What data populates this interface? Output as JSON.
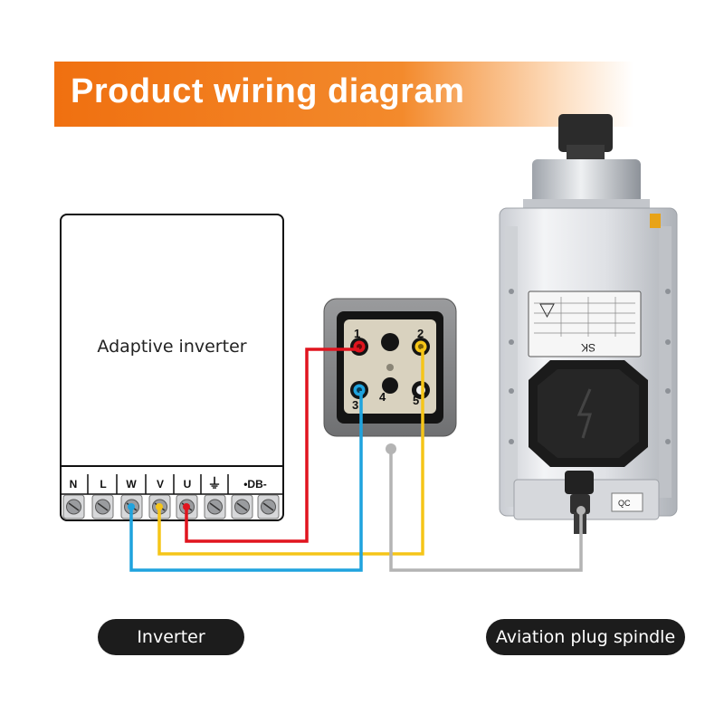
{
  "header": {
    "title": "Product wiring diagram"
  },
  "inverter": {
    "label": "Adaptive inverter",
    "terminals": [
      "N",
      "L",
      "W",
      "V",
      "U",
      "⏚",
      "•DB-"
    ]
  },
  "plug": {
    "pins": [
      "1",
      "2",
      "3",
      "4",
      "5"
    ]
  },
  "spindle": {
    "nameplate_brand": "SK",
    "qc_label": "QC"
  },
  "captions": {
    "inverter": "Inverter",
    "spindle": "Aviation plug spindle"
  },
  "colors": {
    "accent": "#f07010",
    "wire_red": "#e0141e",
    "wire_yellow": "#f5c518",
    "wire_blue": "#1fa3de",
    "wire_gray": "#b4b4b4"
  }
}
